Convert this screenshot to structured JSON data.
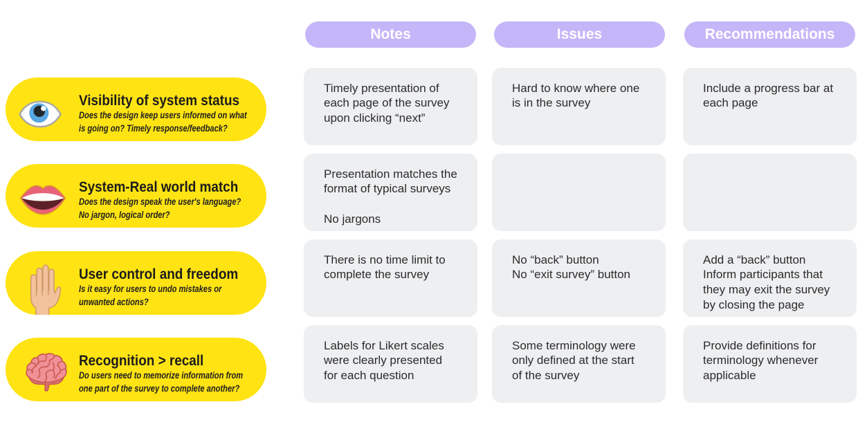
{
  "colors": {
    "background": "#ffffff",
    "heuristic_pill": "#FFE313",
    "header_pill": "#C4B6F8",
    "cell_background": "#EEEFF1",
    "heading_text": "#1c1c1c",
    "cell_text": "#2b2b2b",
    "header_text": "#ffffff"
  },
  "columns": [
    {
      "label": "Notes"
    },
    {
      "label": "Issues"
    },
    {
      "label": "Recommendations"
    }
  ],
  "heuristics": [
    {
      "icon": "eye-icon",
      "title": "Visibility of system status",
      "question": "Does the design keep users informed on what\nis going on? Timely response/feedback?"
    },
    {
      "icon": "lips-icon",
      "title": "System-Real world match",
      "question": "Does the design speak the user's language?\nNo jargon, logical order?"
    },
    {
      "icon": "hand-icon",
      "title": "User control and freedom",
      "question": "Is it easy for users to undo mistakes or\nunwanted actions?"
    },
    {
      "icon": "brain-icon",
      "title": "Recognition > recall",
      "question": "Do users need to memorize information from\none part of the survey to complete another?"
    }
  ],
  "matrix": {
    "rows": [
      {
        "notes": "Timely presentation of\neach page of the survey\nupon clicking “next”",
        "issues": "Hard to know where one\nis in the survey",
        "recommendations": "Include a progress bar at\neach page"
      },
      {
        "notes": "Presentation matches the\nformat of typical surveys\n\nNo jargons",
        "issues": "",
        "recommendations": ""
      },
      {
        "notes": "There is no time limit to\ncomplete the survey",
        "issues": "No “back” button\nNo “exit survey” button",
        "recommendations": "Add a “back” button\nInform participants that\nthey may exit the survey\nby closing the page"
      },
      {
        "notes": "Labels for Likert scales\nwere clearly presented\nfor each question",
        "issues": "Some terminology were\nonly defined at the start\nof the survey",
        "recommendations": "Provide definitions for\nterminology whenever\napplicable"
      }
    ]
  }
}
